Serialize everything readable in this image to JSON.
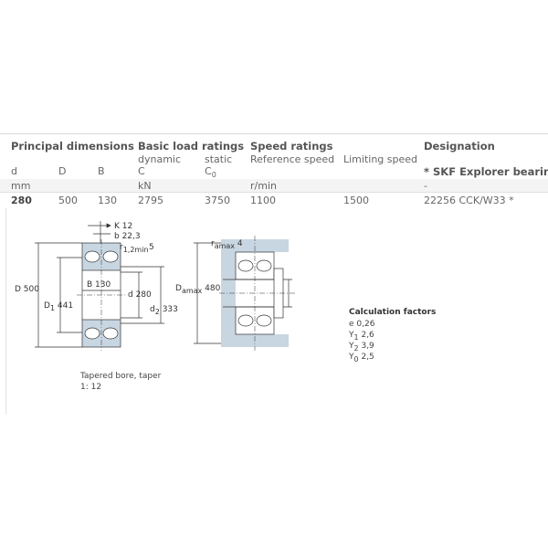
{
  "headers": {
    "principal_dimensions": "Principal dimensions",
    "basic_load_ratings": "Basic load ratings",
    "speed_ratings": "Speed ratings",
    "designation": "Designation"
  },
  "subheaders": {
    "dynamic": "dynamic",
    "static": "static",
    "reference_speed": "Reference speed",
    "limiting_speed": "Limiting speed"
  },
  "symbols": {
    "d": "d",
    "D": "D",
    "B": "B",
    "C": "C",
    "C0": "C",
    "C0_sub": "0",
    "skf_note": "* SKF Explorer bearing"
  },
  "units": {
    "mm": "mm",
    "kn": "kN",
    "rmin": "r/min",
    "dash": "-"
  },
  "row": {
    "d": "280",
    "D": "500",
    "B": "130",
    "C": "2795",
    "C0": "3750",
    "reference_speed": "1100",
    "limiting_speed": "1500",
    "designation": "22256 CCK/W33 *"
  },
  "drawing1": {
    "K": "K 12",
    "b": "b 22,3",
    "r_label": "r",
    "r_sub": "1,2min",
    "r_val": "5",
    "D": "D 500",
    "D1": "D",
    "D1_sub": "1",
    "D1_val": "441",
    "B": "B 130",
    "d": "d 280",
    "d2": "d",
    "d2_sub": "2",
    "d2_val": "333"
  },
  "drawing2": {
    "ra": "r",
    "ra_sub": "amax",
    "ra_val": "4",
    "Da": "D",
    "Da_sub": "amax",
    "Da_val": "480"
  },
  "calc": {
    "title": "Calculation factors",
    "e": "e 0,26",
    "Y1": "Y",
    "Y1_sub": "1",
    "Y1_val": "2,6",
    "Y2": "Y",
    "Y2_sub": "2",
    "Y2_val": "3,9",
    "Y0": "Y",
    "Y0_sub": "0",
    "Y0_val": "2,5"
  },
  "note": {
    "line1": "Tapered bore, taper",
    "line2": "1: 12"
  },
  "colors": {
    "bearing_fill": "#c8d6e2",
    "drawing_line": "#333333",
    "header_text": "#555555"
  }
}
